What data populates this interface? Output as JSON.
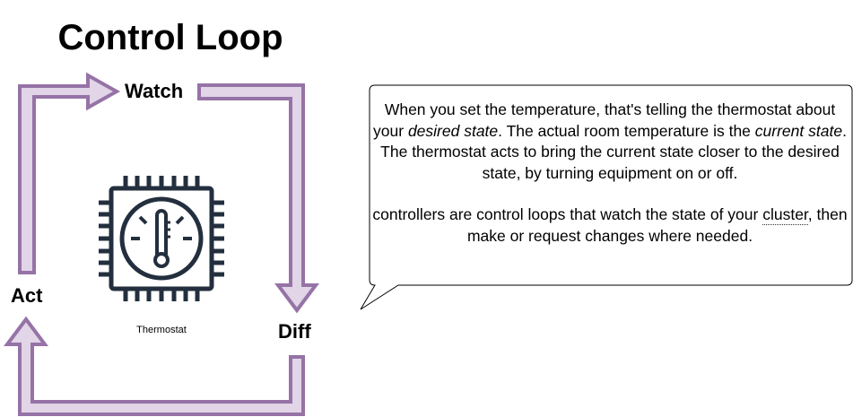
{
  "title": "Control Loop",
  "nodes": {
    "watch": "Watch",
    "act": "Act",
    "diff": "Diff"
  },
  "thermostat_caption": "Thermostat",
  "callout": {
    "p1_a": "When you set the temperature, that's telling the thermostat about your ",
    "p1_em1": "desired state",
    "p1_b": ". The actual room temperature is the ",
    "p1_em2": "current state",
    "p1_c": ". The thermostat acts to bring the current state closer to the desired state, by turning equipment on or off.",
    "p2_a": "controllers are control loops that watch the state of your ",
    "p2_term": "cluster",
    "p2_b": ", then make or request changes where needed."
  },
  "colors": {
    "arrow_fill": "#e1d5e7",
    "arrow_stroke": "#9673a6",
    "icon": "#232f3e",
    "callout_border": "#000000"
  }
}
